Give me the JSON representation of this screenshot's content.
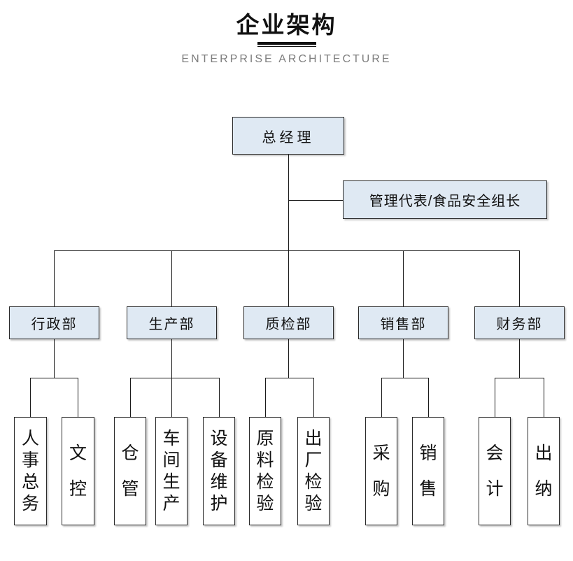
{
  "header": {
    "title": "企业架构",
    "subtitle": "ENTERPRISE ARCHITECTURE"
  },
  "org": {
    "root": {
      "label": "总经理"
    },
    "staff": {
      "label": "管理代表/食品安全组长"
    },
    "departments": [
      {
        "label": "行政部",
        "children": [
          "人事总务",
          "文控"
        ]
      },
      {
        "label": "生产部",
        "children": [
          "仓管",
          "车间生产",
          "设备维护"
        ]
      },
      {
        "label": "质检部",
        "children": [
          "原料检验",
          "出厂检验"
        ]
      },
      {
        "label": "销售部",
        "children": [
          "采购",
          "销售"
        ]
      },
      {
        "label": "财务部",
        "children": [
          "会计",
          "出纳"
        ]
      }
    ]
  },
  "colors": {
    "node_fill": "#dfe9f3",
    "node_border": "#2a2a2a",
    "line": "#1a1a1a",
    "title": "#111111",
    "subtitle": "#7d7d7d"
  }
}
